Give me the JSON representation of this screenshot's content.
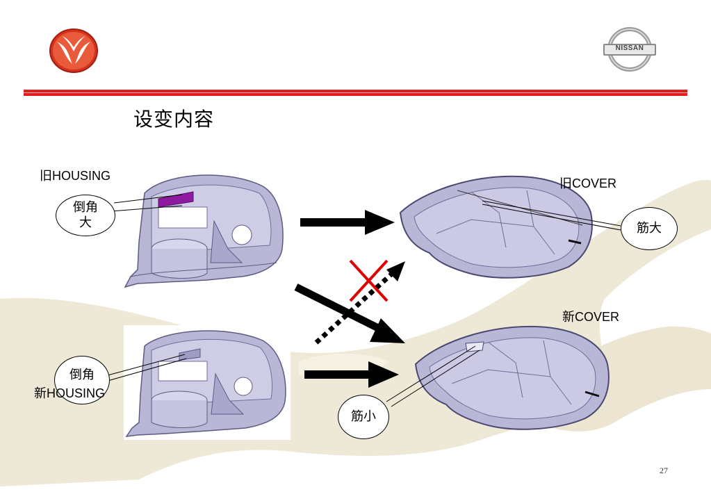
{
  "slide": {
    "title": "设变内容",
    "page_number": "27"
  },
  "labels": {
    "old_housing": "旧HOUSING",
    "new_housing": "新HOUSING",
    "old_cover": "旧COVER",
    "new_cover": "新COVER"
  },
  "callouts": {
    "old_housing_chamfer_line1": "倒角",
    "old_housing_chamfer_line2": "大",
    "new_housing_chamfer": "倒角",
    "old_cover_rib": "筋大",
    "new_cover_rib": "筋小"
  },
  "logos": {
    "left": "dongfeng-logo",
    "right": "nissan-logo",
    "right_text": "NISSAN"
  },
  "colors": {
    "header_rule": "#e21b1b",
    "part_fill": "#b9b7d6",
    "part_dark": "#6f6c98",
    "chamfer_highlight": "#8e1aa0",
    "cross_mark": "#e00000"
  }
}
